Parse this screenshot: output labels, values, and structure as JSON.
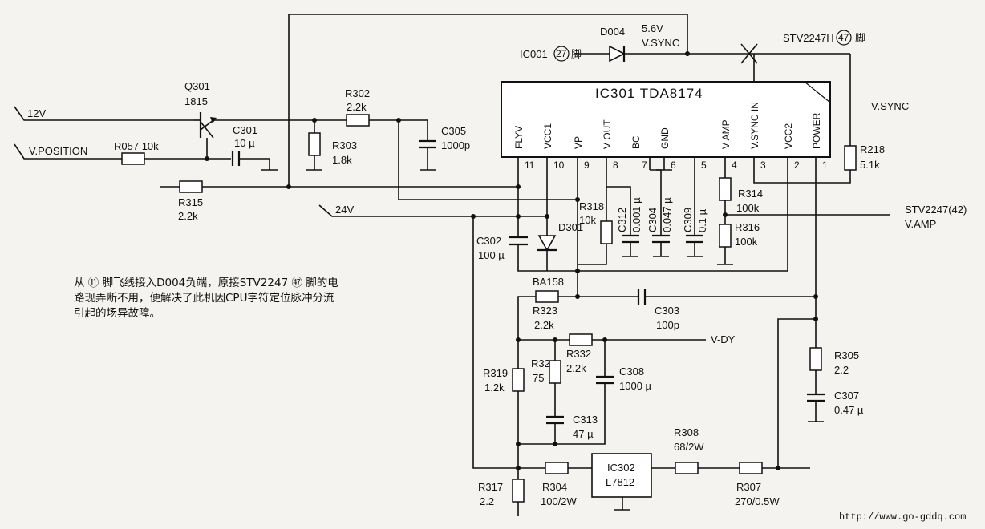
{
  "ic301": {
    "title": "IC301  TDA8174",
    "pins": [
      {
        "num": "11",
        "name": "FLYV"
      },
      {
        "num": "10",
        "name": "VCC1"
      },
      {
        "num": "9",
        "name": "VP"
      },
      {
        "num": "8",
        "name": "V OUT"
      },
      {
        "num": "7",
        "name": "BC"
      },
      {
        "num": "6",
        "name": "GND"
      },
      {
        "num": "5",
        "name": ""
      },
      {
        "num": "4",
        "name": "V AMP"
      },
      {
        "num": "3",
        "name": "V.SYNC IN"
      },
      {
        "num": "2",
        "name": "VCC2"
      },
      {
        "num": "1",
        "name": "POWER"
      }
    ]
  },
  "inputs": {
    "v12": "12V",
    "vpos": "V.POSITION",
    "v24": "24V",
    "vdy": "V-DY"
  },
  "top": {
    "d004": "D004",
    "v56": "5.6V",
    "vsync": "V.SYNC",
    "ic001": "IC001",
    "ic001_pin": "27",
    "jiao1": "脚",
    "stv2247h": "STV2247H",
    "stv_pin": "47",
    "jiao2": "脚",
    "vsync_right": "V.SYNC"
  },
  "q301": {
    "name": "Q301",
    "part": "1815"
  },
  "stv_amp": {
    "line1": "STV2247(42)",
    "line2": "V.AMP"
  },
  "components": {
    "r057": "R057 10k",
    "c301": "C301",
    "c301_v": "10 µ",
    "r302": "R302",
    "r302_v": "2.2k",
    "r303": "R303",
    "r303_v": "1.8k",
    "c305": "C305",
    "c305_v": "1000p",
    "r315": "R315",
    "r315_v": "2.2k",
    "r218": "R218",
    "r218_v": "5.1k",
    "r318": "R318",
    "r318_v": "10k",
    "c312": "C312",
    "c312_v": "0.001 µ",
    "c304": "C304",
    "c304_v": "0.047 µ",
    "c309": "C309",
    "c309_v": "0.1 µ",
    "r314": "R314",
    "r314_v": "100k",
    "r316": "R316",
    "r316_v": "100k",
    "c302": "C302",
    "c302_v": "100 µ",
    "d301": "D301",
    "ba158": "BA158",
    "r323": "R323",
    "r323_v": "2.2k",
    "c303": "C303",
    "c303_v": "100p",
    "r319": "R319",
    "r319_v": "1.2k",
    "r32": "R32",
    "r32_v": "75",
    "r332": "R332",
    "r332_v": "2.2k",
    "c308": "C308",
    "c308_v": "1000 µ",
    "c313": "C313",
    "c313_v": "47 µ",
    "r305": "R305",
    "r305_v": "2.2",
    "c307": "C307",
    "c307_v": "0.47 µ",
    "r308": "R308",
    "r308_v": "68/2W",
    "ic302": "IC302",
    "ic302_v": "L7812",
    "r317": "R317",
    "r317_v": "2.2",
    "r304": "R304",
    "r304_v": "100/2W",
    "r307": "R307",
    "r307_v": "270/0.5W"
  },
  "note": "从 ⑪ 脚飞线接入D004负端，原接STV2247 ㊼ 脚的电路现弄断不用，便解决了此机因CPU字符定位脉冲分流引起的场异故障。",
  "url": "http://www.go-gddq.com"
}
